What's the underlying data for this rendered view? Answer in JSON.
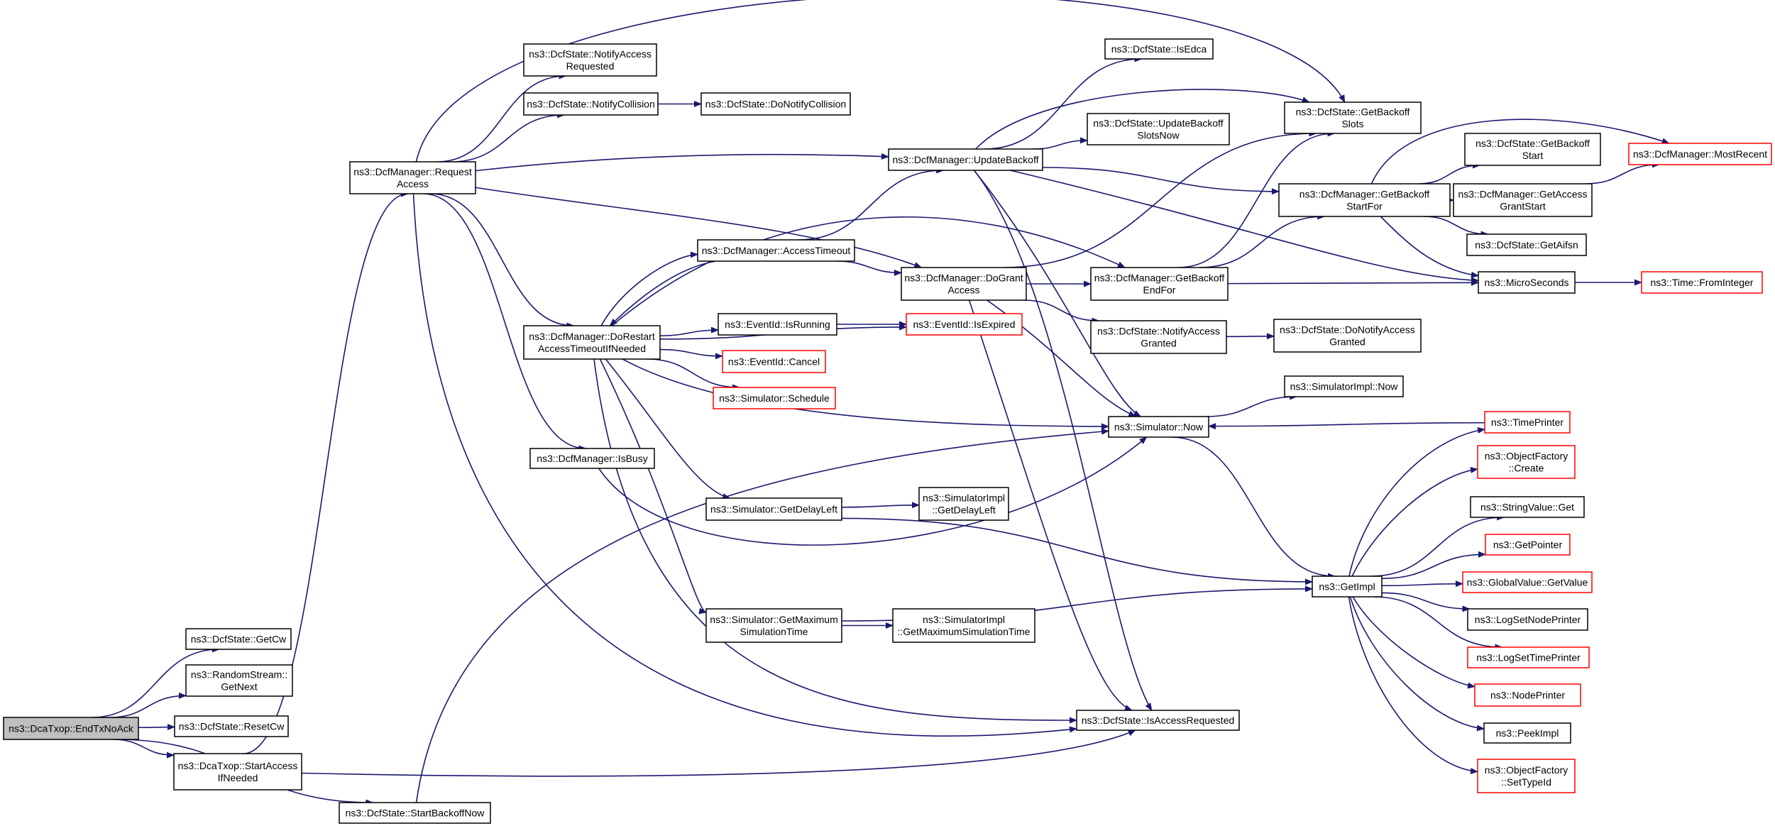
{
  "diagram": {
    "nodes": {
      "endTxNoAck": {
        "lines": [
          "ns3::DcaTxop::EndTxNoAck"
        ],
        "style": "root"
      },
      "getCw": {
        "lines": [
          "ns3::DcfState::GetCw"
        ],
        "style": "normal"
      },
      "randomStreamGetNext": {
        "lines": [
          "ns3::RandomStream::",
          "GetNext"
        ],
        "style": "normal"
      },
      "resetCw": {
        "lines": [
          "ns3::DcfState::ResetCw"
        ],
        "style": "normal"
      },
      "startAccessIfNeeded": {
        "lines": [
          "ns3::DcaTxop::StartAccess",
          "IfNeeded"
        ],
        "style": "normal"
      },
      "startBackoffNow": {
        "lines": [
          "ns3::DcfState::StartBackoffNow"
        ],
        "style": "normal"
      },
      "requestAccess": {
        "lines": [
          "ns3::DcfManager::Request",
          "Access"
        ],
        "style": "normal"
      },
      "notifyAccessRequested": {
        "lines": [
          "ns3::DcfState::NotifyAccess",
          "Requested"
        ],
        "style": "normal"
      },
      "notifyCollision": {
        "lines": [
          "ns3::DcfState::NotifyCollision"
        ],
        "style": "normal"
      },
      "doNotifyCollision": {
        "lines": [
          "ns3::DcfState::DoNotifyCollision"
        ],
        "style": "normal"
      },
      "doRestartAccessTimeout": {
        "lines": [
          "ns3::DcfManager::DoRestart",
          "AccessTimeoutIfNeeded"
        ],
        "style": "normal"
      },
      "isBusy": {
        "lines": [
          "ns3::DcfManager::IsBusy"
        ],
        "style": "normal"
      },
      "accessTimeout": {
        "lines": [
          "ns3::DcfManager::AccessTimeout"
        ],
        "style": "normal"
      },
      "eventIdIsRunning": {
        "lines": [
          "ns3::EventId::IsRunning"
        ],
        "style": "normal"
      },
      "eventIdCancel": {
        "lines": [
          "ns3::EventId::Cancel"
        ],
        "style": "red"
      },
      "simulatorSchedule": {
        "lines": [
          "ns3::Simulator::Schedule"
        ],
        "style": "red"
      },
      "simulatorGetDelayLeft": {
        "lines": [
          "ns3::Simulator::GetDelayLeft"
        ],
        "style": "normal"
      },
      "simulatorGetMaxSimTime": {
        "lines": [
          "ns3::Simulator::GetMaximum",
          "SimulationTime"
        ],
        "style": "normal"
      },
      "updateBackoff": {
        "lines": [
          "ns3::DcfManager::UpdateBackoff"
        ],
        "style": "normal"
      },
      "doGrantAccess": {
        "lines": [
          "ns3::DcfManager::DoGrant",
          "Access"
        ],
        "style": "normal"
      },
      "eventIdIsExpired": {
        "lines": [
          "ns3::EventId::IsExpired"
        ],
        "style": "red"
      },
      "implGetDelayLeft": {
        "lines": [
          "ns3::SimulatorImpl",
          "::GetDelayLeft"
        ],
        "style": "normal"
      },
      "implGetMaxSimTime": {
        "lines": [
          "ns3::SimulatorImpl",
          "::GetMaximumSimulationTime"
        ],
        "style": "normal"
      },
      "isEdca": {
        "lines": [
          "ns3::DcfState::IsEdca"
        ],
        "style": "normal"
      },
      "updateBackoffSlotsNow": {
        "lines": [
          "ns3::DcfState::UpdateBackoff",
          "SlotsNow"
        ],
        "style": "normal"
      },
      "getBackoffEndFor": {
        "lines": [
          "ns3::DcfManager::GetBackoff",
          "EndFor"
        ],
        "style": "normal"
      },
      "notifyAccessGranted": {
        "lines": [
          "ns3::DcfState::NotifyAccess",
          "Granted"
        ],
        "style": "normal"
      },
      "simulatorNow": {
        "lines": [
          "ns3::Simulator::Now"
        ],
        "style": "normal"
      },
      "isAccessRequested": {
        "lines": [
          "ns3::DcfState::IsAccessRequested"
        ],
        "style": "normal"
      },
      "getBackoffSlots": {
        "lines": [
          "ns3::DcfState::GetBackoff",
          "Slots"
        ],
        "style": "normal"
      },
      "getBackoffStartFor": {
        "lines": [
          "ns3::DcfManager::GetBackoff",
          "StartFor"
        ],
        "style": "normal"
      },
      "doNotifyAccessGranted": {
        "lines": [
          "ns3::DcfState::DoNotifyAccess",
          "Granted"
        ],
        "style": "normal"
      },
      "implNow": {
        "lines": [
          "ns3::SimulatorImpl::Now"
        ],
        "style": "normal"
      },
      "getImpl": {
        "lines": [
          "ns3::GetImpl"
        ],
        "style": "normal"
      },
      "getBackoffStart": {
        "lines": [
          "ns3::DcfState::GetBackoff",
          "Start"
        ],
        "style": "normal"
      },
      "getAccessGrantStart": {
        "lines": [
          "ns3::DcfManager::GetAccess",
          "GrantStart"
        ],
        "style": "normal"
      },
      "getAifsn": {
        "lines": [
          "ns3::DcfState::GetAifsn"
        ],
        "style": "normal"
      },
      "microSeconds": {
        "lines": [
          "ns3::MicroSeconds"
        ],
        "style": "normal"
      },
      "mostRecent": {
        "lines": [
          "ns3::DcfManager::MostRecent"
        ],
        "style": "red"
      },
      "timeFromInteger": {
        "lines": [
          "ns3::Time::FromInteger"
        ],
        "style": "red"
      },
      "timePrinter": {
        "lines": [
          "ns3::TimePrinter"
        ],
        "style": "red"
      },
      "objectFactoryCreate": {
        "lines": [
          "ns3::ObjectFactory",
          "::Create"
        ],
        "style": "red"
      },
      "stringValueGet": {
        "lines": [
          "ns3::StringValue::Get"
        ],
        "style": "normal"
      },
      "getPointer": {
        "lines": [
          "ns3::GetPointer"
        ],
        "style": "red"
      },
      "globalValueGetValue": {
        "lines": [
          "ns3::GlobalValue::GetValue"
        ],
        "style": "red"
      },
      "logSetNodePrinter": {
        "lines": [
          "ns3::LogSetNodePrinter"
        ],
        "style": "normal"
      },
      "logSetTimePrinter": {
        "lines": [
          "ns3::LogSetTimePrinter"
        ],
        "style": "red"
      },
      "nodePrinter": {
        "lines": [
          "ns3::NodePrinter"
        ],
        "style": "red"
      },
      "peekImpl": {
        "lines": [
          "ns3::PeekImpl"
        ],
        "style": "normal"
      },
      "objectFactorySetTypeId": {
        "lines": [
          "ns3::ObjectFactory",
          "::SetTypeId"
        ],
        "style": "red"
      }
    },
    "edges": [
      [
        "endTxNoAck",
        "getCw"
      ],
      [
        "endTxNoAck",
        "randomStreamGetNext"
      ],
      [
        "endTxNoAck",
        "resetCw"
      ],
      [
        "endTxNoAck",
        "startAccessIfNeeded"
      ],
      [
        "endTxNoAck",
        "startBackoffNow"
      ],
      [
        "startAccessIfNeeded",
        "requestAccess"
      ],
      [
        "startAccessIfNeeded",
        "isAccessRequested"
      ],
      [
        "startBackoffNow",
        "simulatorNow"
      ],
      [
        "requestAccess",
        "notifyAccessRequested"
      ],
      [
        "requestAccess",
        "notifyCollision"
      ],
      [
        "requestAccess",
        "getBackoffSlots"
      ],
      [
        "requestAccess",
        "updateBackoff"
      ],
      [
        "requestAccess",
        "doGrantAccess"
      ],
      [
        "requestAccess",
        "doRestartAccessTimeout"
      ],
      [
        "requestAccess",
        "isBusy"
      ],
      [
        "requestAccess",
        "isAccessRequested"
      ],
      [
        "notifyCollision",
        "doNotifyCollision"
      ],
      [
        "isBusy",
        "simulatorNow"
      ],
      [
        "doRestartAccessTimeout",
        "accessTimeout"
      ],
      [
        "doRestartAccessTimeout",
        "eventIdIsRunning"
      ],
      [
        "doRestartAccessTimeout",
        "eventIdIsExpired"
      ],
      [
        "doRestartAccessTimeout",
        "eventIdCancel"
      ],
      [
        "doRestartAccessTimeout",
        "simulatorSchedule"
      ],
      [
        "doRestartAccessTimeout",
        "simulatorNow"
      ],
      [
        "doRestartAccessTimeout",
        "simulatorGetDelayLeft"
      ],
      [
        "doRestartAccessTimeout",
        "simulatorGetMaxSimTime"
      ],
      [
        "doRestartAccessTimeout",
        "isAccessRequested"
      ],
      [
        "doRestartAccessTimeout",
        "getBackoffEndFor"
      ],
      [
        "accessTimeout",
        "updateBackoff"
      ],
      [
        "accessTimeout",
        "doGrantAccess"
      ],
      [
        "accessTimeout",
        "doRestartAccessTimeout"
      ],
      [
        "eventIdIsRunning",
        "eventIdIsExpired"
      ],
      [
        "simulatorGetDelayLeft",
        "implGetDelayLeft"
      ],
      [
        "simulatorGetDelayLeft",
        "getImpl"
      ],
      [
        "simulatorGetMaxSimTime",
        "implGetMaxSimTime"
      ],
      [
        "simulatorGetMaxSimTime",
        "getImpl"
      ],
      [
        "updateBackoff",
        "isEdca"
      ],
      [
        "updateBackoff",
        "getBackoffSlots"
      ],
      [
        "updateBackoff",
        "updateBackoffSlotsNow"
      ],
      [
        "updateBackoff",
        "getBackoffStartFor"
      ],
      [
        "updateBackoff",
        "microSeconds"
      ],
      [
        "updateBackoff",
        "simulatorNow"
      ],
      [
        "updateBackoff",
        "isAccessRequested"
      ],
      [
        "doGrantAccess",
        "getBackoffSlots"
      ],
      [
        "doGrantAccess",
        "getBackoffEndFor"
      ],
      [
        "doGrantAccess",
        "notifyAccessGranted"
      ],
      [
        "doGrantAccess",
        "simulatorNow"
      ],
      [
        "doGrantAccess",
        "isAccessRequested"
      ],
      [
        "getBackoffEndFor",
        "getBackoffSlots"
      ],
      [
        "getBackoffEndFor",
        "getBackoffStartFor"
      ],
      [
        "getBackoffEndFor",
        "microSeconds"
      ],
      [
        "notifyAccessGranted",
        "doNotifyAccessGranted"
      ],
      [
        "simulatorNow",
        "implNow"
      ],
      [
        "simulatorNow",
        "getImpl"
      ],
      [
        "getBackoffStartFor",
        "mostRecent"
      ],
      [
        "getBackoffStartFor",
        "getBackoffStart"
      ],
      [
        "getBackoffStartFor",
        "getAccessGrantStart"
      ],
      [
        "getBackoffStartFor",
        "getAifsn"
      ],
      [
        "getBackoffStartFor",
        "microSeconds"
      ],
      [
        "getAccessGrantStart",
        "mostRecent"
      ],
      [
        "microSeconds",
        "timeFromInteger"
      ],
      [
        "timePrinter",
        "simulatorNow"
      ],
      [
        "getImpl",
        "timePrinter"
      ],
      [
        "getImpl",
        "objectFactoryCreate"
      ],
      [
        "getImpl",
        "stringValueGet"
      ],
      [
        "getImpl",
        "getPointer"
      ],
      [
        "getImpl",
        "globalValueGetValue"
      ],
      [
        "getImpl",
        "logSetNodePrinter"
      ],
      [
        "getImpl",
        "logSetTimePrinter"
      ],
      [
        "getImpl",
        "nodePrinter"
      ],
      [
        "getImpl",
        "peekImpl"
      ],
      [
        "getImpl",
        "objectFactorySetTypeId"
      ]
    ]
  }
}
